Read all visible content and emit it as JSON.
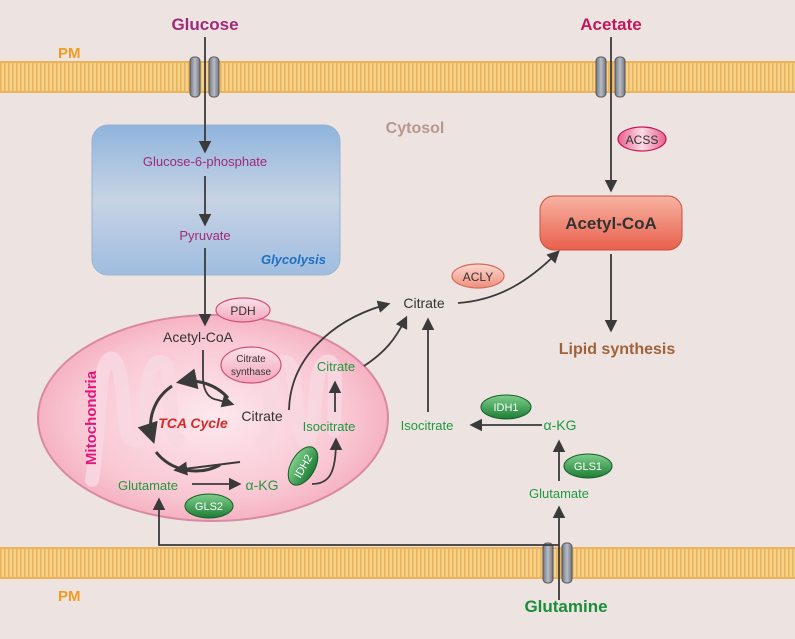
{
  "colors": {
    "background": "#ede4e2",
    "membrane": "#f5c97e",
    "pm_label": "#f59a1c",
    "glucose": "#a0297a",
    "acetate": "#c2185b",
    "glutamine": "#1b8c3a",
    "green_text": "#1e9a3e",
    "cytosol": "#b8978c",
    "lipid": "#a0623a",
    "mito_label": "#e4157a",
    "tca_label": "#d42a2a",
    "glycolysis_label": "#1f6fc0",
    "arrow": "#3a3a3a"
  },
  "membrane": {
    "label_top": "PM",
    "label_bottom": "PM"
  },
  "inputs": {
    "glucose": "Glucose",
    "acetate": "Acetate",
    "glutamine": "Glutamine"
  },
  "compartments": {
    "cytosol": "Cytosol",
    "glycolysis": "Glycolysis",
    "mitochondria": "Mitochondria",
    "tca_cycle": "TCA Cycle"
  },
  "metabolites": {
    "glucose_6_phosphate": "Glucose-6-phosphate",
    "pyruvate": "Pyruvate",
    "acetyl_coa_mito": "Acetyl-CoA",
    "citrate_tca": "Citrate",
    "citrate_mito": "Citrate",
    "isocitrate_mito": "Isocitrate",
    "alpha_kg_mito": "α-KG",
    "glutamate_mito": "Glutamate",
    "citrate_cyto": "Citrate",
    "isocitrate_cyto": "Isocitrate",
    "alpha_kg_cyto": "α-KG",
    "glutamate_cyto": "Glutamate",
    "acetyl_coa_cyto": "Acetyl-CoA",
    "lipid_synthesis": "Lipid synthesis"
  },
  "enzymes": {
    "pdh": "PDH",
    "citrate_synthase_line1": "Citrate",
    "citrate_synthase_line2": "synthase",
    "idh2": "IDH2",
    "gls2": "GLS2",
    "acly": "ACLY",
    "acss": "ACSS",
    "idh1": "IDH1",
    "gls1": "GLS1"
  }
}
